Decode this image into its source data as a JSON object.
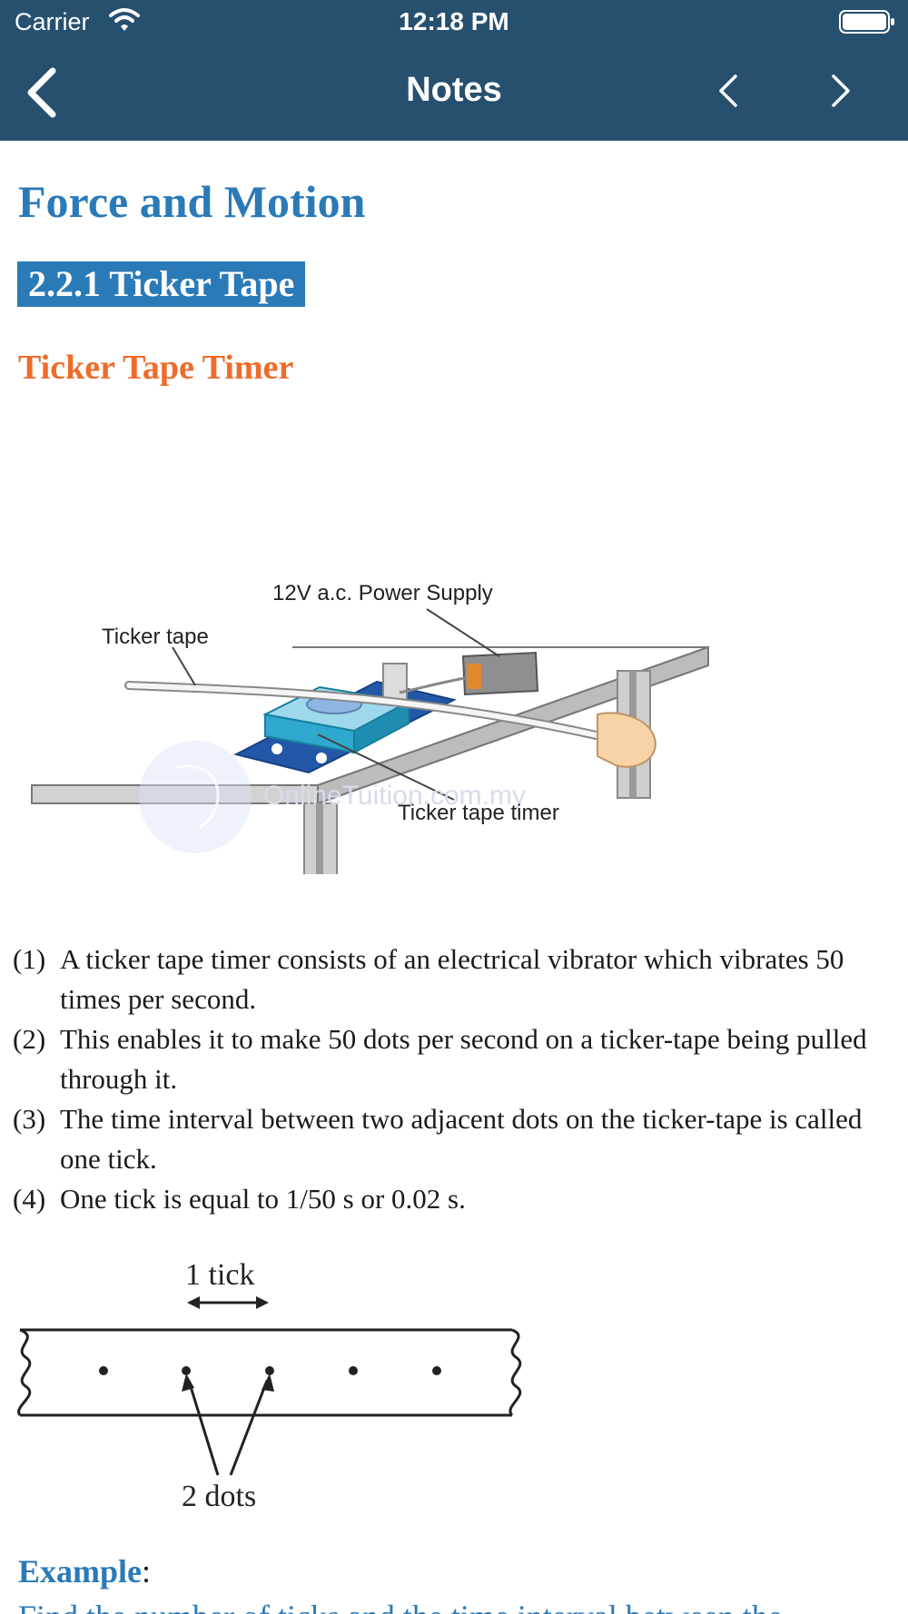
{
  "status_bar": {
    "carrier": "Carrier",
    "time": "12:18 PM"
  },
  "nav": {
    "title": "Notes",
    "back_icon": "chevron-left-icon",
    "prev_icon": "chevron-left-icon",
    "next_icon": "chevron-right-icon"
  },
  "content": {
    "title": "Force and Motion",
    "section": "2.2.1 Ticker Tape",
    "subsection": "Ticker Tape Timer",
    "figure1": {
      "label_power": "12V a.c. Power Supply",
      "label_tape": "Ticker tape",
      "label_timer": "Ticker tape timer",
      "watermark": "OnlineTuition.com.my"
    },
    "points": [
      {
        "num": "(1)",
        "text": "A ticker tape timer consists of an electrical vibrator which vibrates 50 times per second."
      },
      {
        "num": "(2)",
        "text": "This enables it to make 50 dots per second on a ticker-tape being pulled through it."
      },
      {
        "num": "(3)",
        "text": "The time interval between two adjacent dots on the ticker-tape is called one tick."
      },
      {
        "num": "(4)",
        "text": "One tick is equal to 1/50 s or 0.02 s."
      }
    ],
    "figure2": {
      "label_tick": "1 tick",
      "label_dots": "2 dots"
    },
    "example_label": "Example",
    "example_colon": ":",
    "example_text": "Find the number of ticks and the time interval between the"
  },
  "colors": {
    "nav_bg": "#27506f",
    "heading_blue": "#2a7ab8",
    "subheading_orange": "#ef6b2a"
  }
}
